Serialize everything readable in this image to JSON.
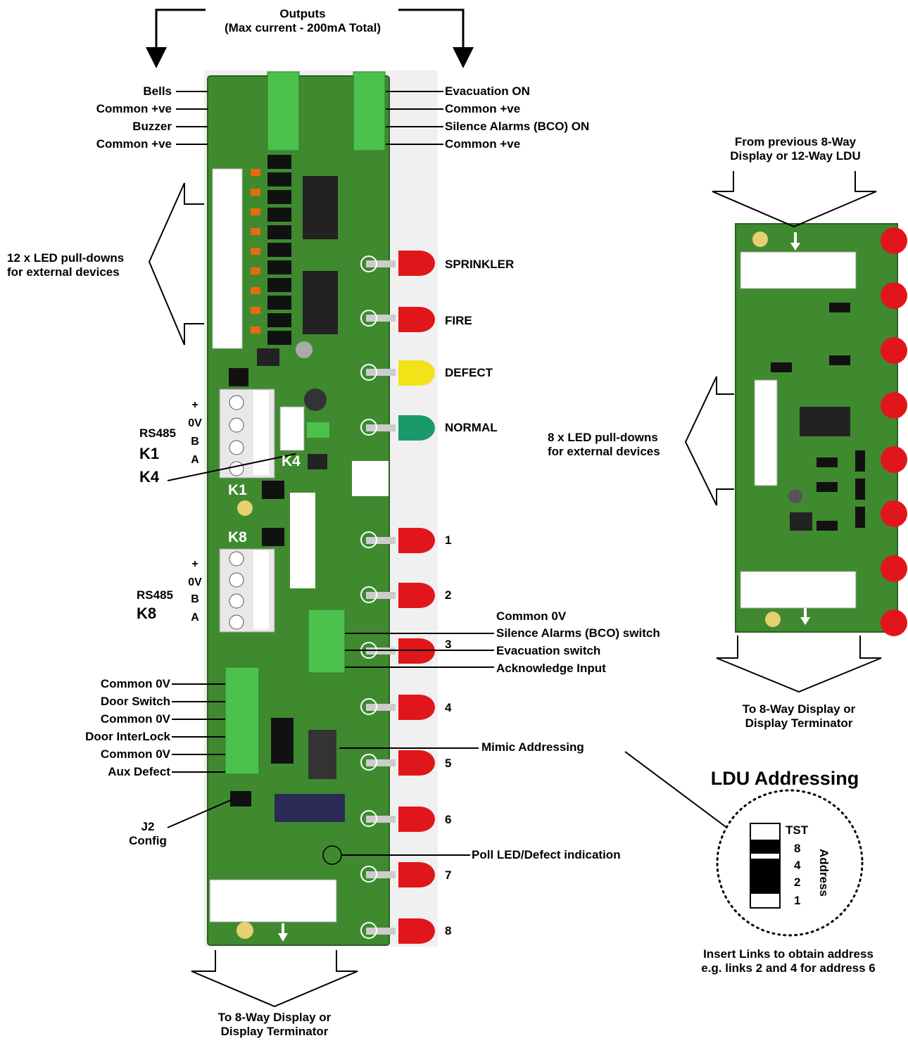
{
  "outputs": {
    "line1": "Outputs",
    "line2": "(Max current - 200mA Total)"
  },
  "left_outputs": [
    "Bells",
    "Common +ve",
    "Buzzer",
    "Common +ve"
  ],
  "right_outputs": [
    "Evacuation ON",
    "Common +ve",
    "Silence Alarms (BCO) ON",
    "Common +ve"
  ],
  "led_pulldowns_12": {
    "line1": "12 x LED pull-downs",
    "line2": "for external devices"
  },
  "status_leds": [
    {
      "label": "SPRINKLER",
      "color": "#e0161b"
    },
    {
      "label": "FIRE",
      "color": "#e0161b"
    },
    {
      "label": "DEFECT",
      "color": "#f2e218"
    },
    {
      "label": "NORMAL",
      "color": "#1a9a6a"
    }
  ],
  "zone_leds": [
    "1",
    "2",
    "3",
    "4",
    "5",
    "6",
    "7",
    "8"
  ],
  "rs485_k1": {
    "pins": [
      "+",
      "0V",
      "B",
      "A"
    ],
    "name": "RS485",
    "conn": "K1"
  },
  "rs485_k8": {
    "pins": [
      "+",
      "0V",
      "B",
      "A"
    ],
    "name": "RS485",
    "conn": "K8"
  },
  "k4_label": "K4",
  "board_marks": {
    "k4": "K4",
    "k1": "K1",
    "k8": "K8"
  },
  "inputs_right": [
    "Common 0V",
    "Silence Alarms (BCO) switch",
    "Evacuation switch",
    "Acknowledge Input"
  ],
  "inputs_left": [
    "Common 0V",
    "Door Switch",
    "Common 0V",
    "Door InterLock",
    "Common 0V",
    "Aux Defect"
  ],
  "mimic_addressing": "Mimic Addressing",
  "j2": {
    "line1": "J2",
    "line2": "Config"
  },
  "poll_led": "Poll LED/Defect indication",
  "bottom_left": {
    "line1": "To 8-Way Display or",
    "line2": "Display Terminator"
  },
  "from_previous": {
    "line1": "From previous 8-Way",
    "line2": "Display or 12-Way LDU"
  },
  "led_pulldowns_8": {
    "line1": "8 x LED pull-downs",
    "line2": "for external devices"
  },
  "bottom_right": {
    "line1": "To 8-Way Display or",
    "line2": "Display Terminator"
  },
  "ldu_addressing": {
    "title": "LDU Addressing",
    "switch_labels": [
      "TST",
      "8",
      "4",
      "2",
      "1"
    ],
    "address_word": "Address",
    "note_line1": "Insert Links to obtain address",
    "note_line2": "e.g. links 2 and 4 for address 6"
  },
  "colors": {
    "pcb": "#3f8a2f",
    "terminal": "#4cc14c",
    "led_red": "#e0161b"
  }
}
